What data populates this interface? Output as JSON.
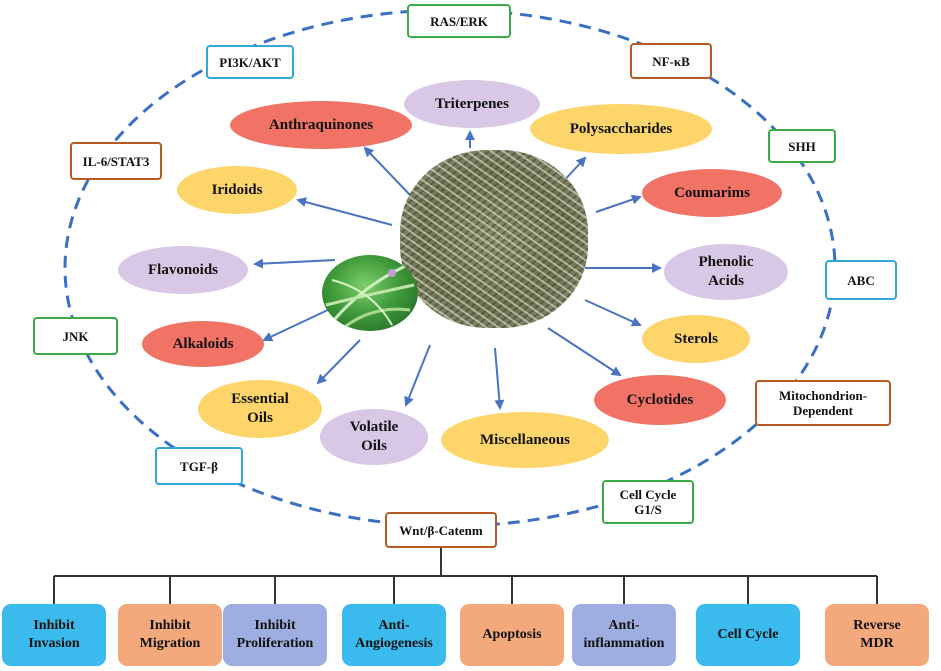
{
  "pathways": [
    {
      "id": "ras-erk",
      "label": "RAS/ERK",
      "color": "#3aaa4a"
    },
    {
      "id": "pi3k-akt",
      "label": "PI3K/AKT",
      "color": "#31a8d8"
    },
    {
      "id": "nf-kb",
      "label": "NF-κB",
      "color": "#b85b22"
    },
    {
      "id": "il6-stat3",
      "label": "IL-6/STAT3",
      "color": "#b85b22"
    },
    {
      "id": "shh",
      "label": "SHH",
      "color": "#3aaa4a"
    },
    {
      "id": "abc",
      "label": "ABC",
      "color": "#31a8d8"
    },
    {
      "id": "jnk",
      "label": "JNK",
      "color": "#3aaa4a"
    },
    {
      "id": "mitochondrion",
      "label": "Mitochondrion-Dependent",
      "lines": [
        "Mitochondrion-",
        "Dependent"
      ],
      "color": "#b85b22"
    },
    {
      "id": "tgf-b",
      "label": "TGF-β",
      "color": "#31a8d8"
    },
    {
      "id": "cell-cycle-g1s",
      "label": "Cell Cycle G1/S",
      "lines": [
        "Cell Cycle",
        "G1/S"
      ],
      "color": "#3aaa4a"
    },
    {
      "id": "wnt",
      "label": "Wnt/β-Catenm",
      "color": "#b85b22"
    }
  ],
  "compounds": [
    {
      "id": "triterpenes",
      "label": "Triterpenes",
      "color": "#d9c7e6"
    },
    {
      "id": "anthraquinones",
      "label": "Anthraquinones",
      "color": "#f07366"
    },
    {
      "id": "polysaccharides",
      "label": "Polysaccharides",
      "color": "#fdd56b"
    },
    {
      "id": "iridoids",
      "label": "Iridoids",
      "color": "#fdd56b"
    },
    {
      "id": "coumarims",
      "label": "Coumarims",
      "color": "#f07366"
    },
    {
      "id": "flavonoids",
      "label": "Flavonoids",
      "color": "#d9c7e6"
    },
    {
      "id": "phenolic-acids",
      "label": "Phenolic Acids",
      "lines": [
        "Phenolic",
        "Acids"
      ],
      "color": "#d9c7e6"
    },
    {
      "id": "alkaloids",
      "label": "Alkaloids",
      "color": "#f07366"
    },
    {
      "id": "sterols",
      "label": "Sterols",
      "color": "#fdd56b"
    },
    {
      "id": "essential-oils",
      "label": "Essential Oils",
      "lines": [
        "Essential",
        "Oils"
      ],
      "color": "#fdd56b"
    },
    {
      "id": "volatile-oils",
      "label": "Volatile Oils",
      "lines": [
        "Volatile",
        "Oils"
      ],
      "color": "#d9c7e6"
    },
    {
      "id": "miscellaneous",
      "label": "Miscellaneous",
      "color": "#fdd56b"
    },
    {
      "id": "cyclotides",
      "label": "Cyclotides",
      "color": "#f07366"
    }
  ],
  "effects": [
    {
      "id": "inhibit-invasion",
      "lines": [
        "Inhibit",
        "Invasion"
      ],
      "color": "#3bbbed"
    },
    {
      "id": "inhibit-migration",
      "lines": [
        "Inhibit",
        "Migration"
      ],
      "color": "#f3a97c"
    },
    {
      "id": "inhibit-proliferation",
      "lines": [
        "Inhibit",
        "Proliferation"
      ],
      "color": "#9faee0"
    },
    {
      "id": "anti-angiogenesis",
      "lines": [
        "Anti-",
        "Angiogenesis"
      ],
      "color": "#3bbbed"
    },
    {
      "id": "apoptosis",
      "lines": [
        "Apoptosis"
      ],
      "color": "#f3a97c"
    },
    {
      "id": "anti-inflammation",
      "lines": [
        "Anti-",
        "inflammation"
      ],
      "color": "#9faee0"
    },
    {
      "id": "cell-cycle",
      "lines": [
        "Cell Cycle"
      ],
      "color": "#3bbbed"
    },
    {
      "id": "reverse-mdr",
      "lines": [
        "Reverse",
        "MDR"
      ],
      "color": "#f3a97c"
    }
  ],
  "colors": {
    "ring": "#3a6fc4",
    "arrow": "#4a73c2",
    "tree": "#333333"
  }
}
